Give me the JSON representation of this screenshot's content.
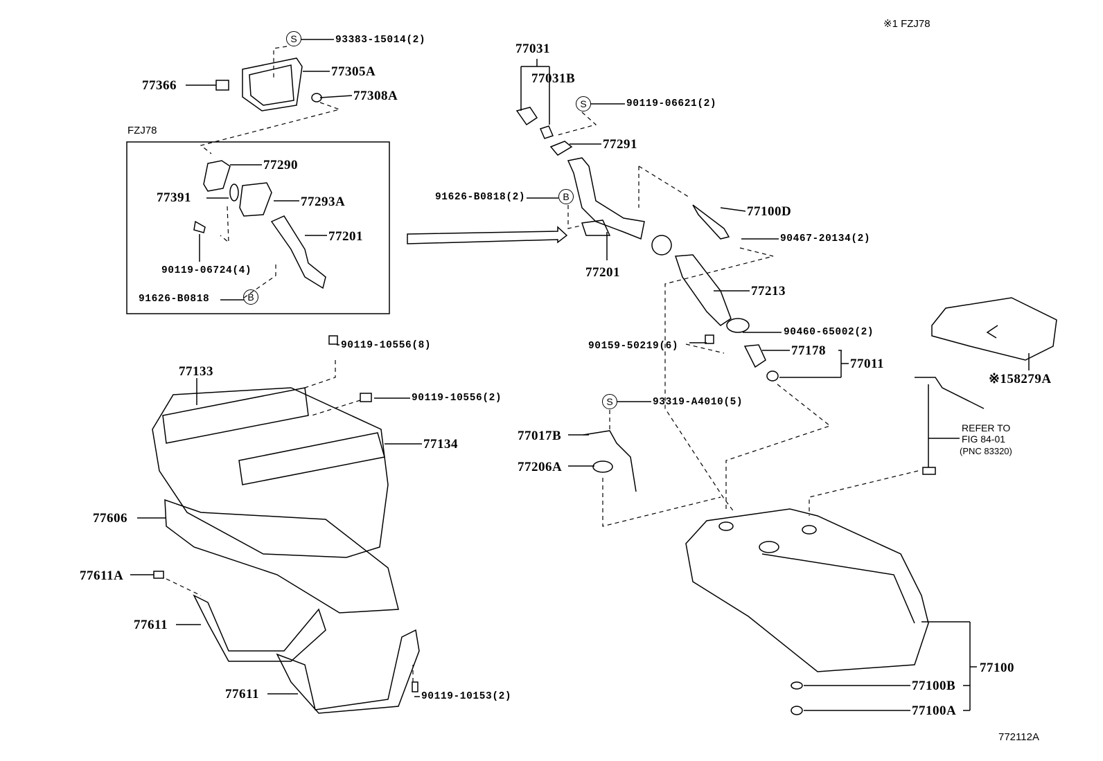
{
  "header": {
    "note": "※1 FZJ78",
    "figure_id": "772112A"
  },
  "inset": {
    "title": "FZJ78"
  },
  "markers": {
    "s": "S",
    "b": "B"
  },
  "parts": {
    "p93383": "93383-15014(2)",
    "p77305A": "77305A",
    "p77366": "77366",
    "p77308A": "77308A",
    "p77290": "77290",
    "p77391": "77391",
    "p77293A": "77293A",
    "p77201_inset": "77201",
    "p90119_06724": "90119-06724(4)",
    "p91626_inset": "91626-B0818",
    "p77031": "77031",
    "p77031B": "77031B",
    "p90119_06621": "90119-06621(2)",
    "p77291": "77291",
    "p91626": "91626-B0818(2)",
    "p77100D": "77100D",
    "p90467": "90467-20134(2)",
    "p77201": "77201",
    "p77213": "77213",
    "p90460": "90460-65002(2)",
    "p90159": "90159-50219(6)",
    "p77178": "77178",
    "p77011": "77011",
    "p93319": "93319-A4010(5)",
    "p77017B": "77017B",
    "p77206A": "77206A",
    "p90119_10556_8": "90119-10556(8)",
    "p77133": "77133",
    "p90119_10556_2": "90119-10556(2)",
    "p77134": "77134",
    "p77606": "77606",
    "p77611A": "77611A",
    "p77611a": "77611",
    "p77611b": "77611",
    "p90119_10153": "90119-10153(2)",
    "p58279A": "※158279A",
    "p77100": "77100",
    "p77100B": "77100B",
    "p77100A": "77100A"
  },
  "refer": {
    "line1": "REFER TO",
    "line2": "FIG 84-01",
    "line3": "(PNC 83320)"
  }
}
